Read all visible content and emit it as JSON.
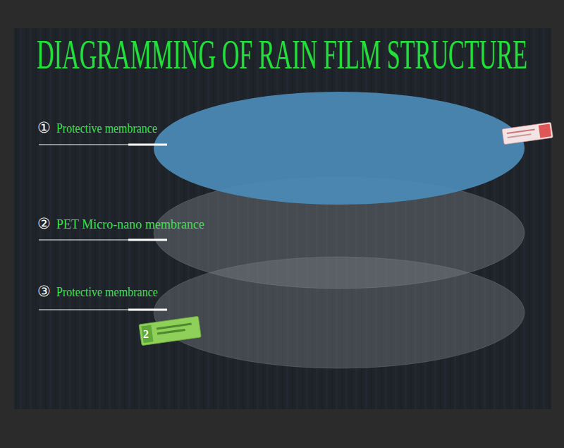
{
  "diagram": {
    "title": "DIAGRAMMING OF RAIN FILM STRUCTURE",
    "labels": [
      "①",
      "Protective membrance",
      "②",
      "PET Micro-nano membrance",
      "③",
      "Protective membrance",
      "2"
    ]
  }
}
